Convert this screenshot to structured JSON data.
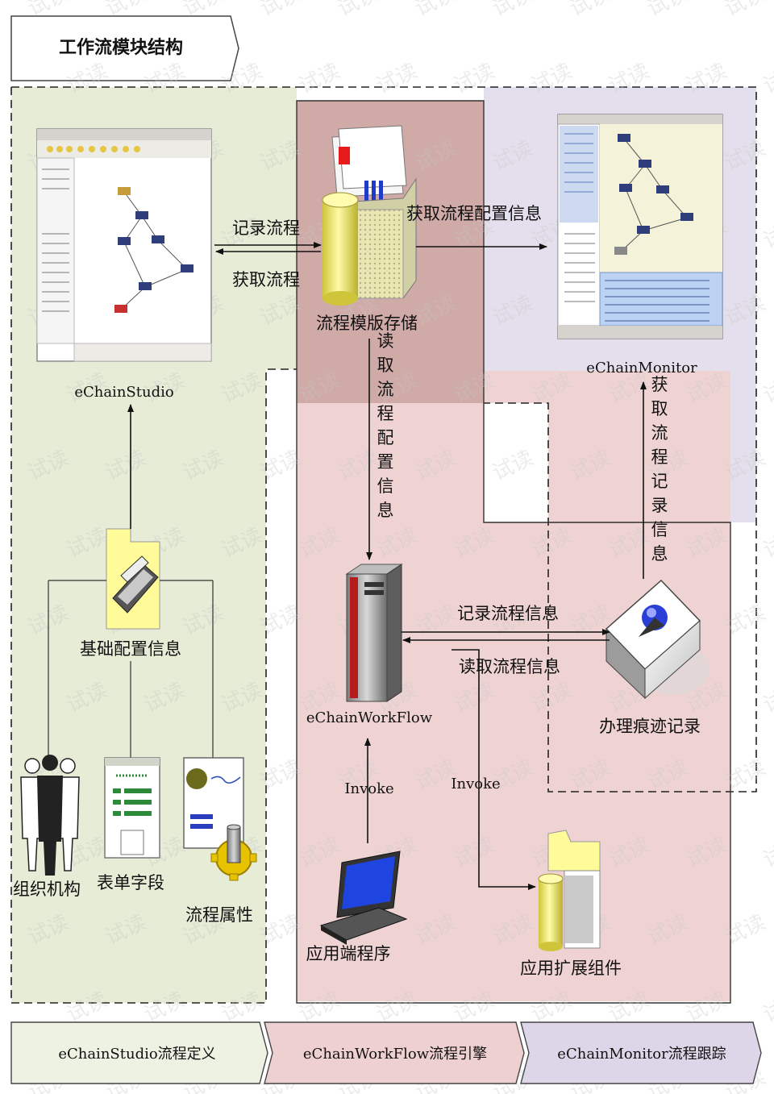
{
  "title": "工作流模块结构",
  "regions": {
    "studio": "eChainStudio流程定义",
    "workflow": "eChainWorkFlow流程引擎",
    "monitor": "eChainMonitor流程跟踪"
  },
  "nodes": {
    "studio": "eChainStudio",
    "monitor": "eChainMonitor",
    "template_store": "流程模版存储",
    "base_config": "基础配置信息",
    "org": "组织机构",
    "form_fields": "表单字段",
    "process_attrs": "流程属性",
    "workflow_engine": "eChainWorkFlow",
    "trace_record": "办理痕迹记录",
    "client_app": "应用端程序",
    "ext_component": "应用扩展组件"
  },
  "edges": {
    "record_process": "记录流程",
    "get_process": "获取流程",
    "get_config_info": "获取流程配置信息",
    "read_config_info": "读取流程配置信息",
    "get_record_info": "获取流程记录信息",
    "record_process_info": "记录流程信息",
    "read_process_info": "读取流程信息",
    "invoke_1": "Invoke",
    "invoke_2": "Invoke"
  },
  "watermark": "试读",
  "colors": {
    "studio_bg": "#e6ecd6",
    "store_bg": "#cfaaa6",
    "workflow_bg": "#efd3d3",
    "monitor_bg": "#e4dfec",
    "label_studio_bg": "#eef2e3",
    "label_workflow_bg": "#efd0d0",
    "label_monitor_bg": "#ddd6e8"
  },
  "icons": [
    "window-screenshot-icon",
    "cylinder-document-icon",
    "folder-scanner-icon",
    "people-icon",
    "form-icon",
    "document-gear-icon",
    "server-tower-icon",
    "globe-box-icon",
    "laptop-icon",
    "cylinder-box-icon"
  ]
}
